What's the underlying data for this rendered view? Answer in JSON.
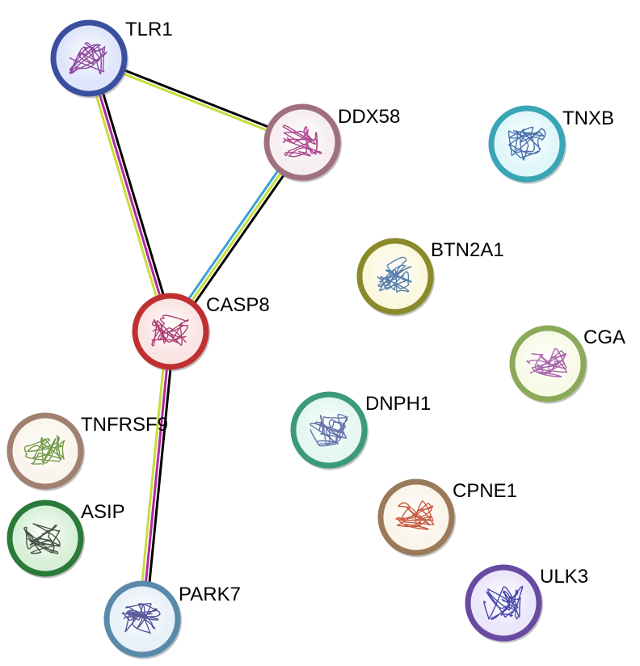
{
  "nodes": [
    {
      "id": "TLR1",
      "label": "TLR1",
      "ring": "#3a4fa0",
      "fill": "#dfe6fb",
      "protein": "#7a2c8f"
    },
    {
      "id": "DDX58",
      "label": "DDX58",
      "ring": "#a07080",
      "fill": "#f6eef0",
      "protein": "#a0287a"
    },
    {
      "id": "TNXB",
      "label": "TNXB",
      "ring": "#3aa5b5",
      "fill": "#e0f7fa",
      "protein": "#2a5aa0"
    },
    {
      "id": "BTN2A1",
      "label": "BTN2A1",
      "ring": "#8a8a2a",
      "fill": "#fbf8e0",
      "protein": "#3a6aa0"
    },
    {
      "id": "CASP8",
      "label": "CASP8",
      "ring": "#c03030",
      "fill": "#fbe4e4",
      "protein": "#a02060"
    },
    {
      "id": "CGA",
      "label": "CGA",
      "ring": "#8aaa5a",
      "fill": "#f8fae8",
      "protein": "#9a4aa0"
    },
    {
      "id": "DNPH1",
      "label": "DNPH1",
      "ring": "#3a9a7a",
      "fill": "#e4f7f0",
      "protein": "#4a5aa0"
    },
    {
      "id": "TNFRSF9",
      "label": "TNFRSF9",
      "ring": "#a08070",
      "fill": "#faf5ec",
      "protein": "#5a8a2a"
    },
    {
      "id": "ASIP",
      "label": "ASIP",
      "ring": "#2a7a3a",
      "fill": "#d8f0d8",
      "protein": "#2a3a2a"
    },
    {
      "id": "CPNE1",
      "label": "CPNE1",
      "ring": "#9a7a5a",
      "fill": "#faf5ea",
      "protein": "#c04020"
    },
    {
      "id": "ULK3",
      "label": "ULK3",
      "ring": "#6a4aa0",
      "fill": "#ece6fa",
      "protein": "#2a2aa0"
    },
    {
      "id": "PARK7",
      "label": "PARK7",
      "ring": "#5a8aaa",
      "fill": "#e8f1f8",
      "protein": "#3a3a8a"
    }
  ],
  "edges": [
    {
      "source": "TLR1",
      "target": "DDX58",
      "evidence_colors": [
        "#000000",
        "#c8dc3c"
      ]
    },
    {
      "source": "TLR1",
      "target": "CASP8",
      "evidence_colors": [
        "#000000",
        "#b02aa0",
        "#c8dc3c"
      ]
    },
    {
      "source": "DDX58",
      "target": "CASP8",
      "evidence_colors": [
        "#000000",
        "#c8dc3c",
        "#3aa0d8"
      ]
    },
    {
      "source": "CASP8",
      "target": "PARK7",
      "evidence_colors": [
        "#000000",
        "#b02aa0",
        "#c8dc3c"
      ]
    }
  ]
}
